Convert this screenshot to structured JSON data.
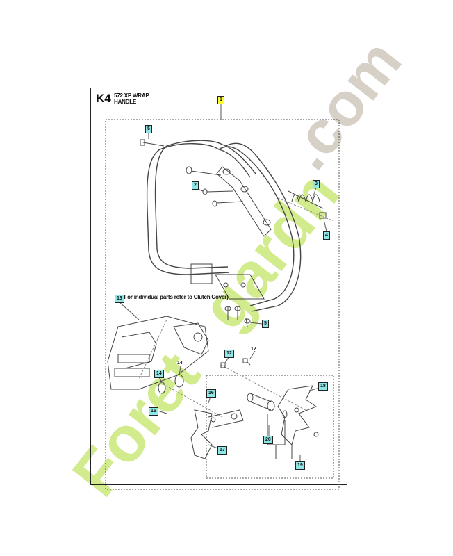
{
  "header": {
    "code": "K4",
    "model": "572 XP WRAP",
    "section": "HANDLE"
  },
  "note": "(For individual parts refer to Clutch Cover)",
  "callouts": {
    "c1": "1",
    "c2": "2",
    "c3": "3",
    "c4": "4",
    "c5a": "5",
    "c5b": "5",
    "c12a": "12",
    "c12b": "12",
    "c13": "13",
    "c14a": "14",
    "c14b": "14",
    "c15": "15",
    "c16": "16",
    "c17": "17",
    "c18": "18",
    "c19": "19",
    "c20": "20"
  },
  "watermark": {
    "text1": "Foret",
    "text2": "gardn",
    "text3": ".com",
    "color_green": "#c9e87a",
    "color_gray": "#d2ccc2"
  },
  "colors": {
    "callout_fill": "#8fe6e6",
    "highlight_fill": "#ffff33",
    "line": "#222222"
  }
}
